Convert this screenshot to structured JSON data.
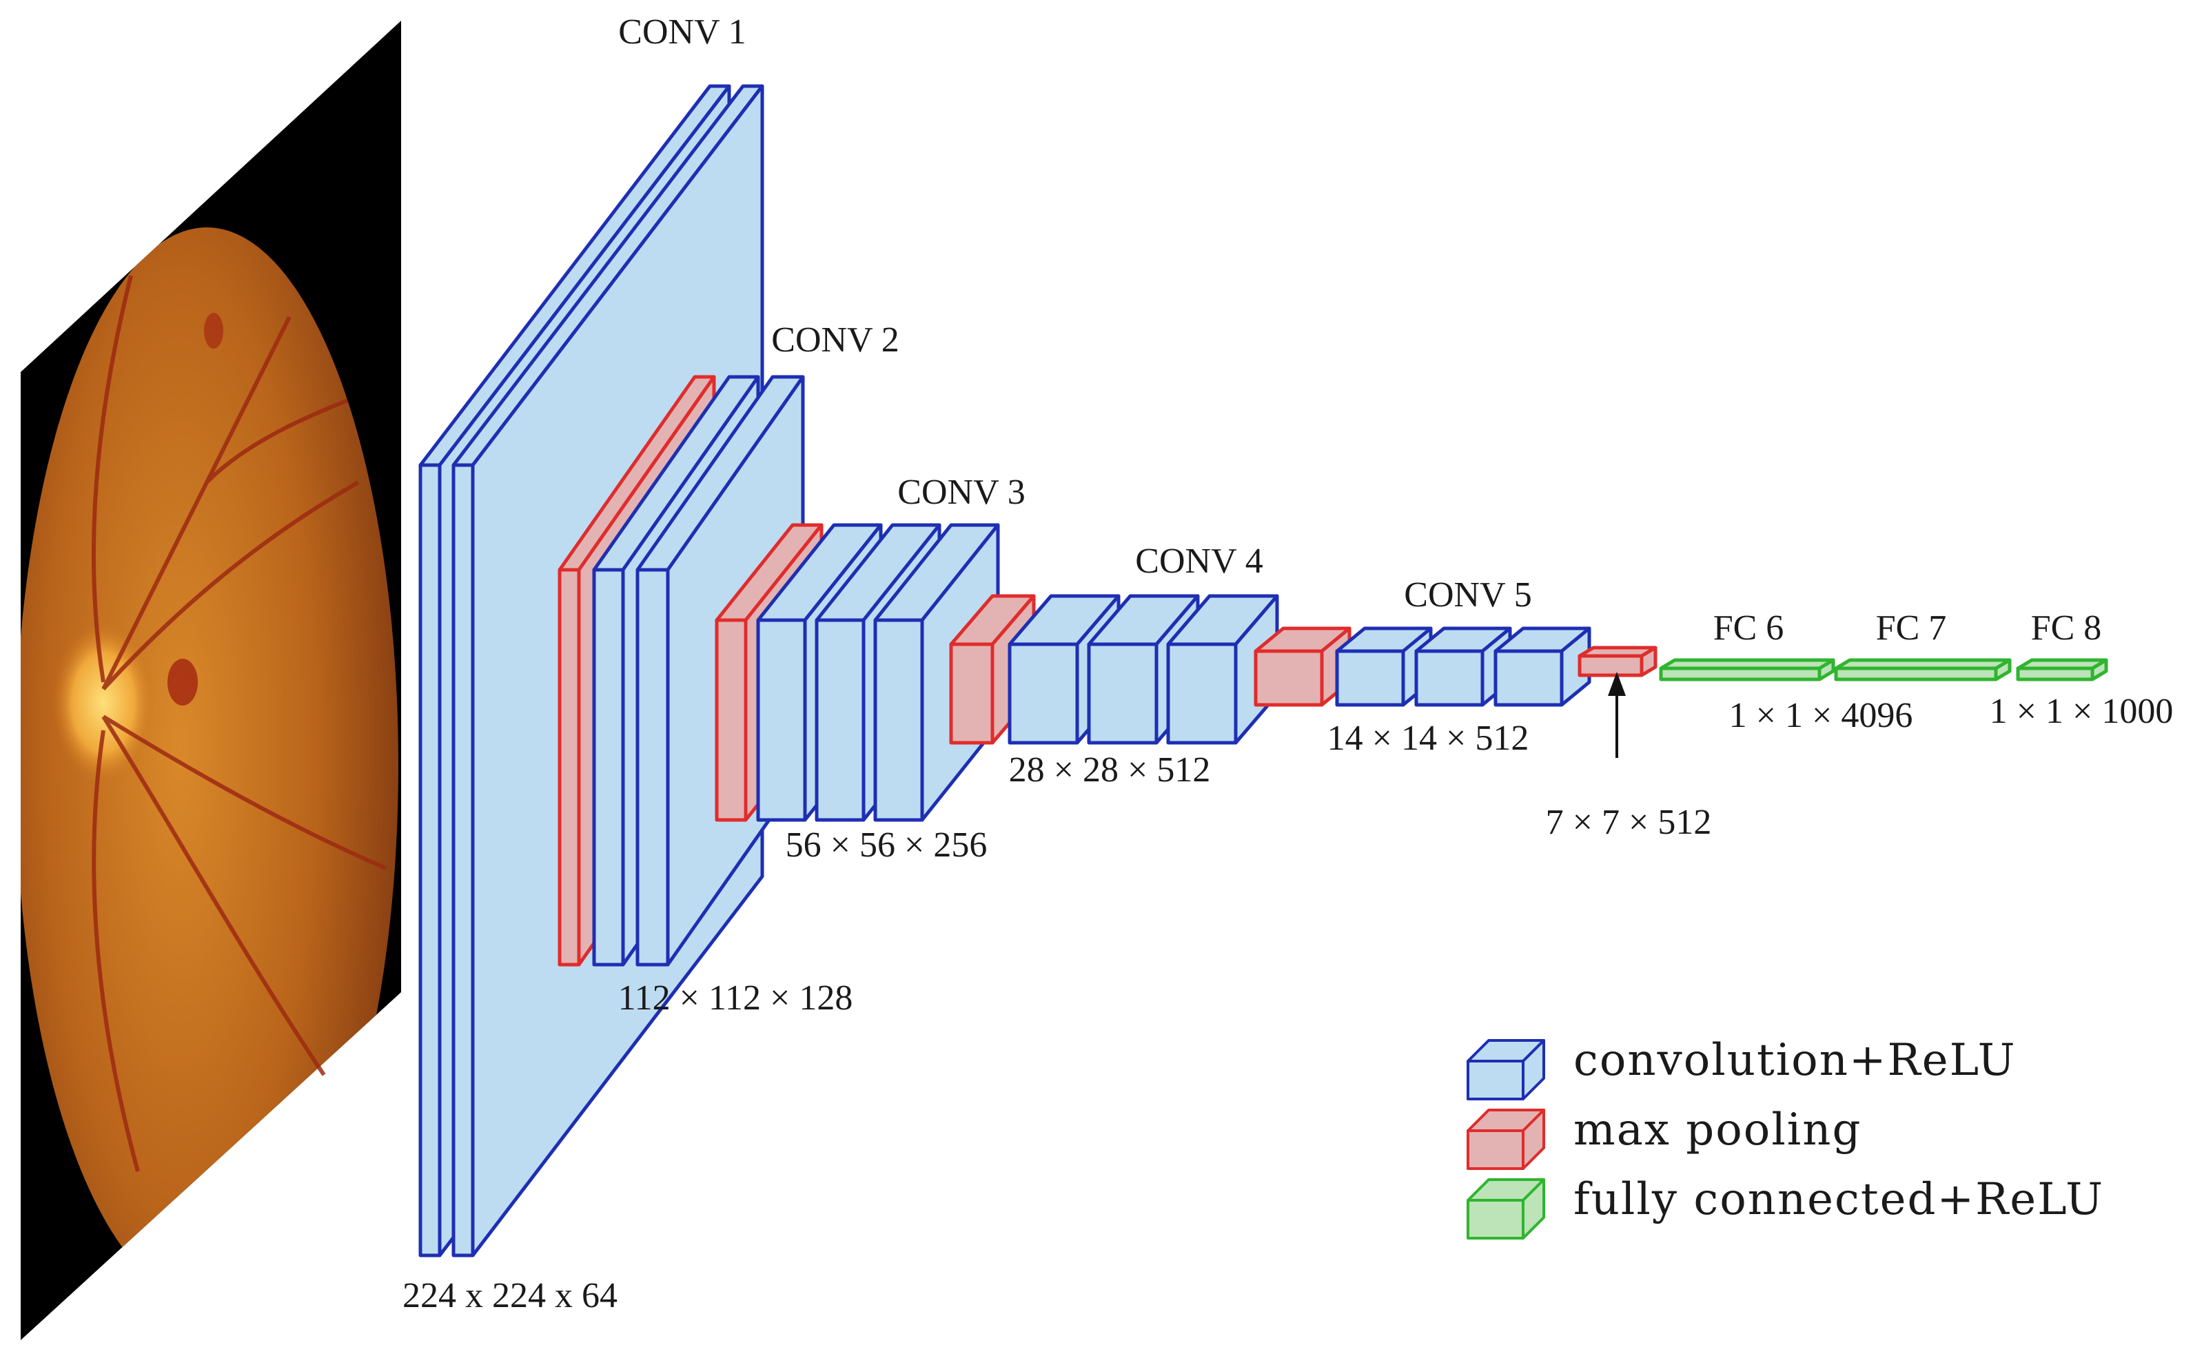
{
  "diagram": {
    "input_image": "retinal-fundus-photo",
    "colors": {
      "conv_fill": "#bddcf2",
      "conv_stroke": "#1e2fb3",
      "pool_fill": "#e3b3b3",
      "pool_stroke": "#e02c2c",
      "fc_fill": "#bde3b8",
      "fc_stroke": "#2fb52f"
    },
    "stage_titles": {
      "conv1": "CONV 1",
      "conv2": "CONV 2",
      "conv3": "CONV 3",
      "conv4": "CONV 4",
      "conv5": "CONV 5",
      "fc6": "FC 6",
      "fc7": "FC 7",
      "fc8": "FC 8"
    },
    "dimensions": {
      "conv1": "224 x 224 x 64",
      "conv2": "112 × 112 × 128",
      "conv3": "56 × 56 × 256",
      "conv4": "28 × 28 × 512",
      "conv5": "14 × 14 × 512",
      "pool5": "7 × 7 × 512",
      "fc67": "1 × 1 × 4096",
      "fc8": "1 × 1 × 1000"
    },
    "legend": {
      "conv": "convolution+ReLU",
      "pool": "max pooling",
      "fc": "fully connected+ReLU"
    }
  }
}
